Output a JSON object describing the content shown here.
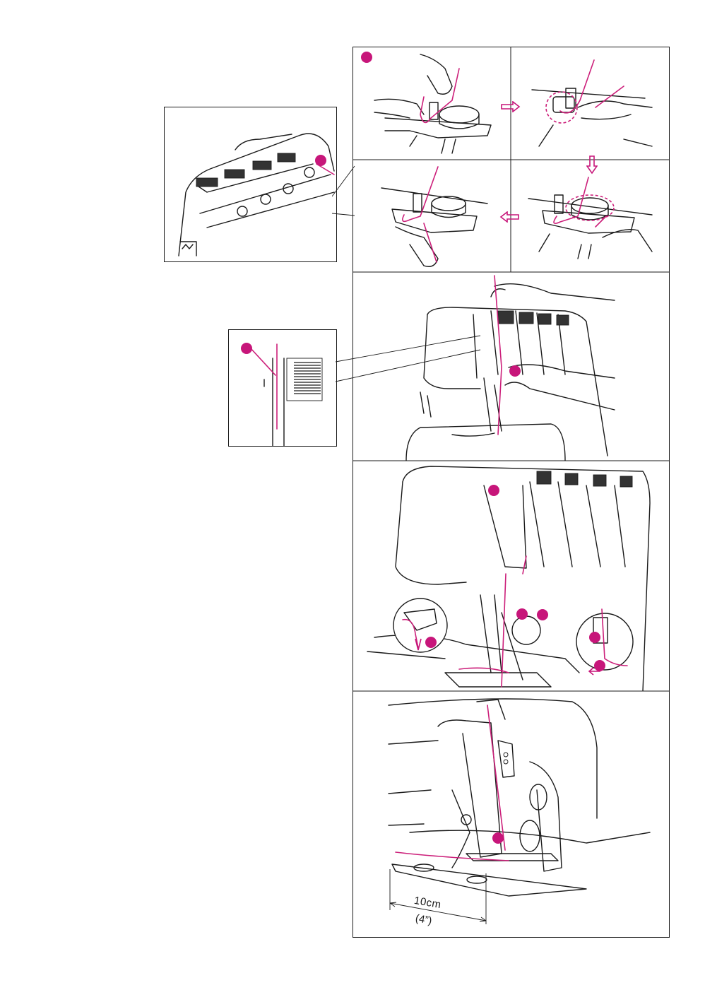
{
  "colors": {
    "accent": "#c7167a",
    "line": "#1a1a1a",
    "background": "#ffffff"
  },
  "measurement": {
    "metric": "10cm",
    "imperial": "(4”)"
  },
  "icons": [
    "callout-dot",
    "direction-arrow",
    "hand-illustration",
    "serger-illustration",
    "thread-line"
  ]
}
